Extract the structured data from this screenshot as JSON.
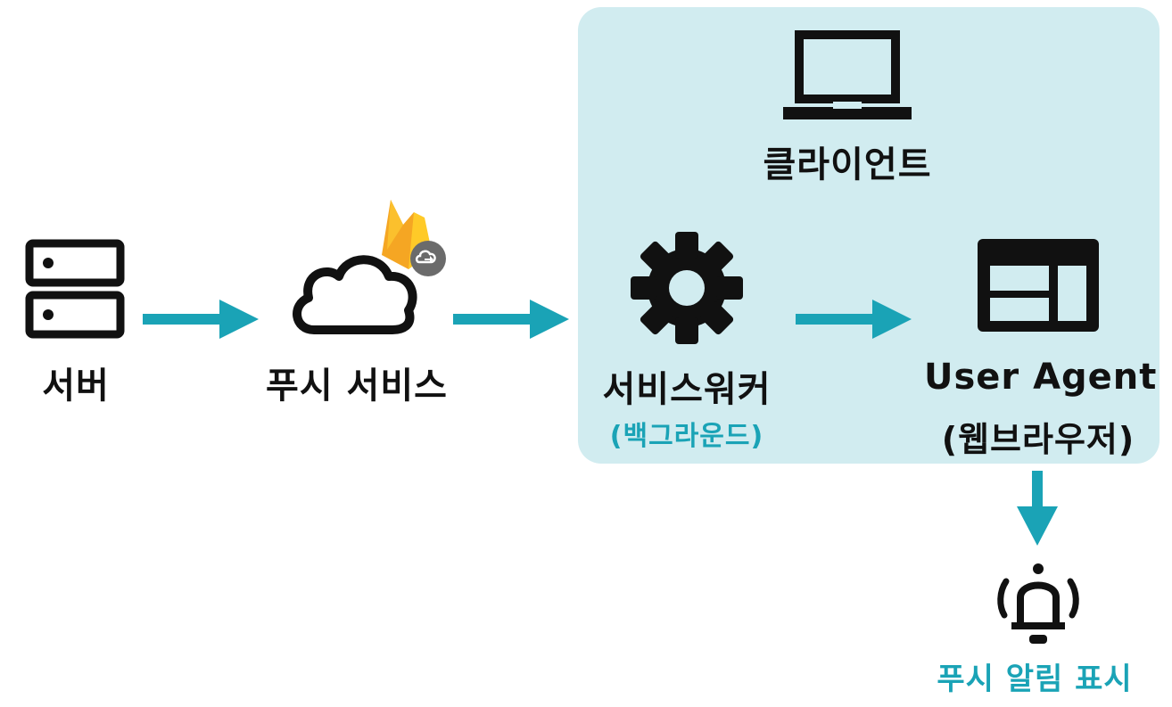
{
  "nodes": {
    "server": {
      "label": "서버"
    },
    "push_service": {
      "label": "푸시 서비스"
    },
    "client": {
      "label": "클라이언트"
    },
    "service_worker": {
      "label": "서비스워커",
      "sublabel": "(백그라운드)"
    },
    "user_agent": {
      "label": "User Agent",
      "sublabel": "(웹브라우저)"
    },
    "notification": {
      "label": "푸시 알림 표시"
    }
  },
  "colors": {
    "accent": "#1aa3b6",
    "client_background": "#d1ecf0",
    "icon": "#111111",
    "firebase_orange": "#f5a623",
    "firebase_yellow": "#fbc02d"
  },
  "icons": [
    "server-icon",
    "cloud-icon",
    "firebase-icon",
    "laptop-icon",
    "gear-icon",
    "browser-window-icon",
    "bell-icon"
  ]
}
